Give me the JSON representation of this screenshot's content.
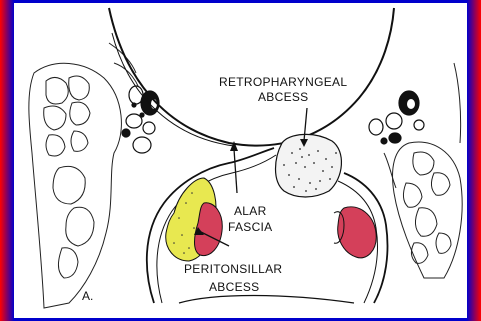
{
  "diagram": {
    "labels": {
      "retro_line1": "RETROPHARYNGEAL",
      "retro_line2": "ABCESS",
      "alar_line1": "ALAR",
      "alar_line2": "FASCIA",
      "peri_line1": "PERITONSILLAR",
      "peri_line2": "ABCESS",
      "figure_letter": "A."
    },
    "colors": {
      "slide_background": "#0000cc",
      "slide_edge": "#ff0000",
      "peritonsillar_fill": "#e8e850",
      "abscess_red": "#d4405a",
      "ink": "#111111"
    }
  }
}
